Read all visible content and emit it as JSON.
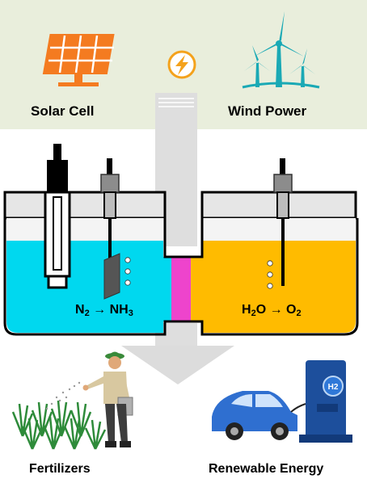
{
  "sources": {
    "solar_label": "Solar Cell",
    "wind_label": "Wind Power"
  },
  "reactions": {
    "cathode": {
      "reactant": "N",
      "reactant_sub": "2",
      "arrow": "→",
      "product": "NH",
      "product_sub": "3"
    },
    "anode": {
      "reactant": "H",
      "reactant_sub": "2",
      "reactant_tail": "O",
      "arrow": "→",
      "product": "O",
      "product_sub": "2"
    }
  },
  "charger_text": "H2",
  "outputs": {
    "fertilizers_label": "Fertilizers",
    "renewable_label": "Renewable Energy"
  },
  "colors": {
    "top_panel": "#e9eedc",
    "solar_orange": "#f47b20",
    "wind_teal": "#1aa9b5",
    "cathode_cyan": "#00d8ef",
    "anode_orange": "#ffbb00",
    "membrane_magenta": "#ee44cc",
    "arrow_gray": "#d9d9d9",
    "charger_blue": "#1d4f9c",
    "car_blue": "#2f6fd0",
    "grass_green": "#2e8b3a"
  }
}
